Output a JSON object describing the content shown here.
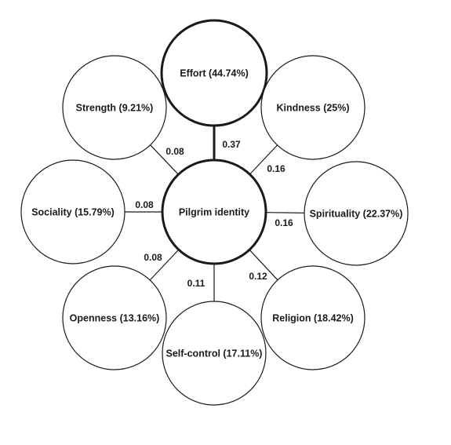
{
  "center": {
    "label": "Pilgrim identity"
  },
  "nodes": [
    {
      "id": "effort",
      "label": "Effort (44.74%)",
      "weight": 0.37,
      "emphasis": true
    },
    {
      "id": "kindness",
      "label": "Kindness (25%)",
      "weight": 0.16,
      "emphasis": false
    },
    {
      "id": "spirituality",
      "label": "Spirituality (22.37%)",
      "weight": 0.16,
      "emphasis": false
    },
    {
      "id": "religion",
      "label": "Religion (18.42%)",
      "weight": 0.12,
      "emphasis": false
    },
    {
      "id": "self-control",
      "label": "Self-control (17.11%)",
      "weight": 0.11,
      "emphasis": false
    },
    {
      "id": "openness",
      "label": "Openness (13.16%)",
      "weight": 0.08,
      "emphasis": false
    },
    {
      "id": "sociality",
      "label": "Sociality (15.79%)",
      "weight": 0.08,
      "emphasis": false
    },
    {
      "id": "strength",
      "label": "Strength (9.21%)",
      "weight": 0.08,
      "emphasis": false
    }
  ],
  "edge_labels": {
    "effort": "0.37",
    "kindness": "0.16",
    "spirituality": "0.16",
    "religion": "0.12",
    "self-control": "0.11",
    "openness": "0.08",
    "sociality": "0.08",
    "strength": "0.08"
  },
  "colors": {
    "stroke": "#1a1a1a",
    "fill": "#ffffff",
    "text": "#1a1a1a"
  }
}
